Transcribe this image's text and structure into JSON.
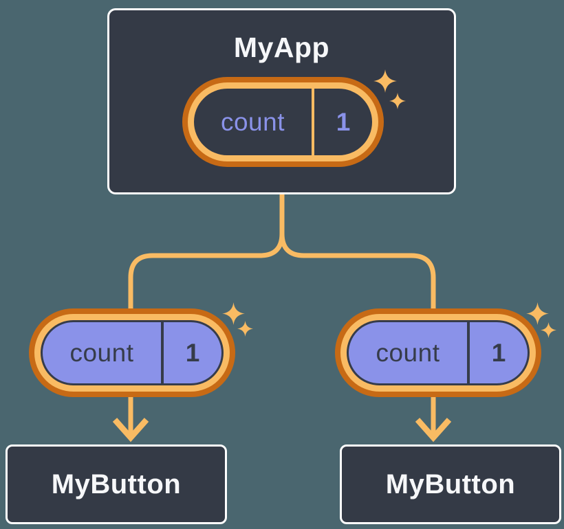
{
  "colors": {
    "background": "#4a666f",
    "box_bg": "#343a46",
    "box_border": "#ffffff",
    "text_light": "#f6f7f9",
    "accent_orange": "#f9bb63",
    "accent_orange_dark": "#c76a15",
    "pill_purple": "#8a92e9",
    "text_dark": "#363c4a"
  },
  "diagram": {
    "root": {
      "title": "MyApp",
      "state": {
        "name": "count",
        "value": "1"
      }
    },
    "children": [
      {
        "title": "MyButton",
        "prop": {
          "name": "count",
          "value": "1"
        }
      },
      {
        "title": "MyButton",
        "prop": {
          "name": "count",
          "value": "1"
        }
      }
    ]
  }
}
